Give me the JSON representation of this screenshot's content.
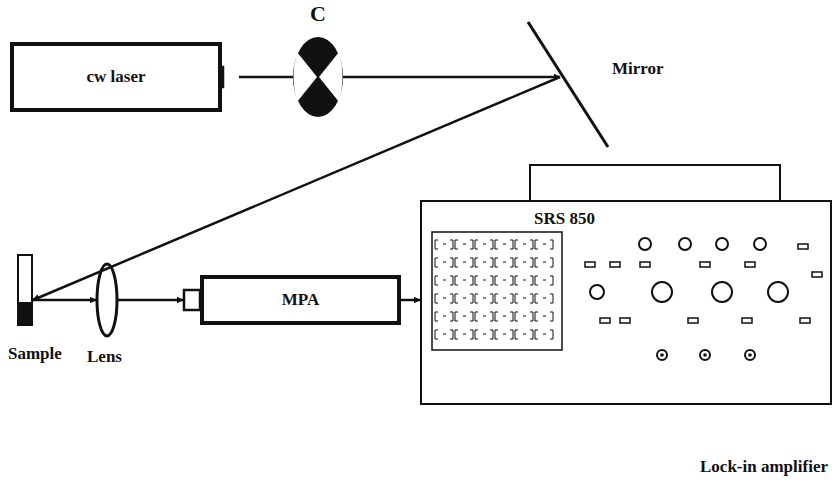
{
  "diagram": {
    "nodes": [
      {
        "text": [
          "cw laser"
        ]
      },
      {
        "text": [
          "C"
        ]
      },
      {
        "text": [
          "Mirror"
        ]
      },
      {
        "text": [
          "Sample"
        ]
      },
      {
        "text": [
          "Lens"
        ]
      },
      {
        "text": [
          "MPA"
        ]
      },
      {
        "text": [
          "SRS 850",
          "Lock-in amplifier"
        ]
      }
    ],
    "edges": [
      {
        "from": 0,
        "to": 1,
        "arrow": "none"
      },
      {
        "from": 1,
        "to": 2,
        "arrow": "to"
      },
      {
        "from": 2,
        "to": 3,
        "arrow": "to"
      },
      {
        "from": 3,
        "to": 4,
        "arrow": "to"
      },
      {
        "from": 4,
        "to": 5,
        "arrow": "to"
      },
      {
        "from": 5,
        "to": 6,
        "arrow": "to"
      }
    ]
  }
}
